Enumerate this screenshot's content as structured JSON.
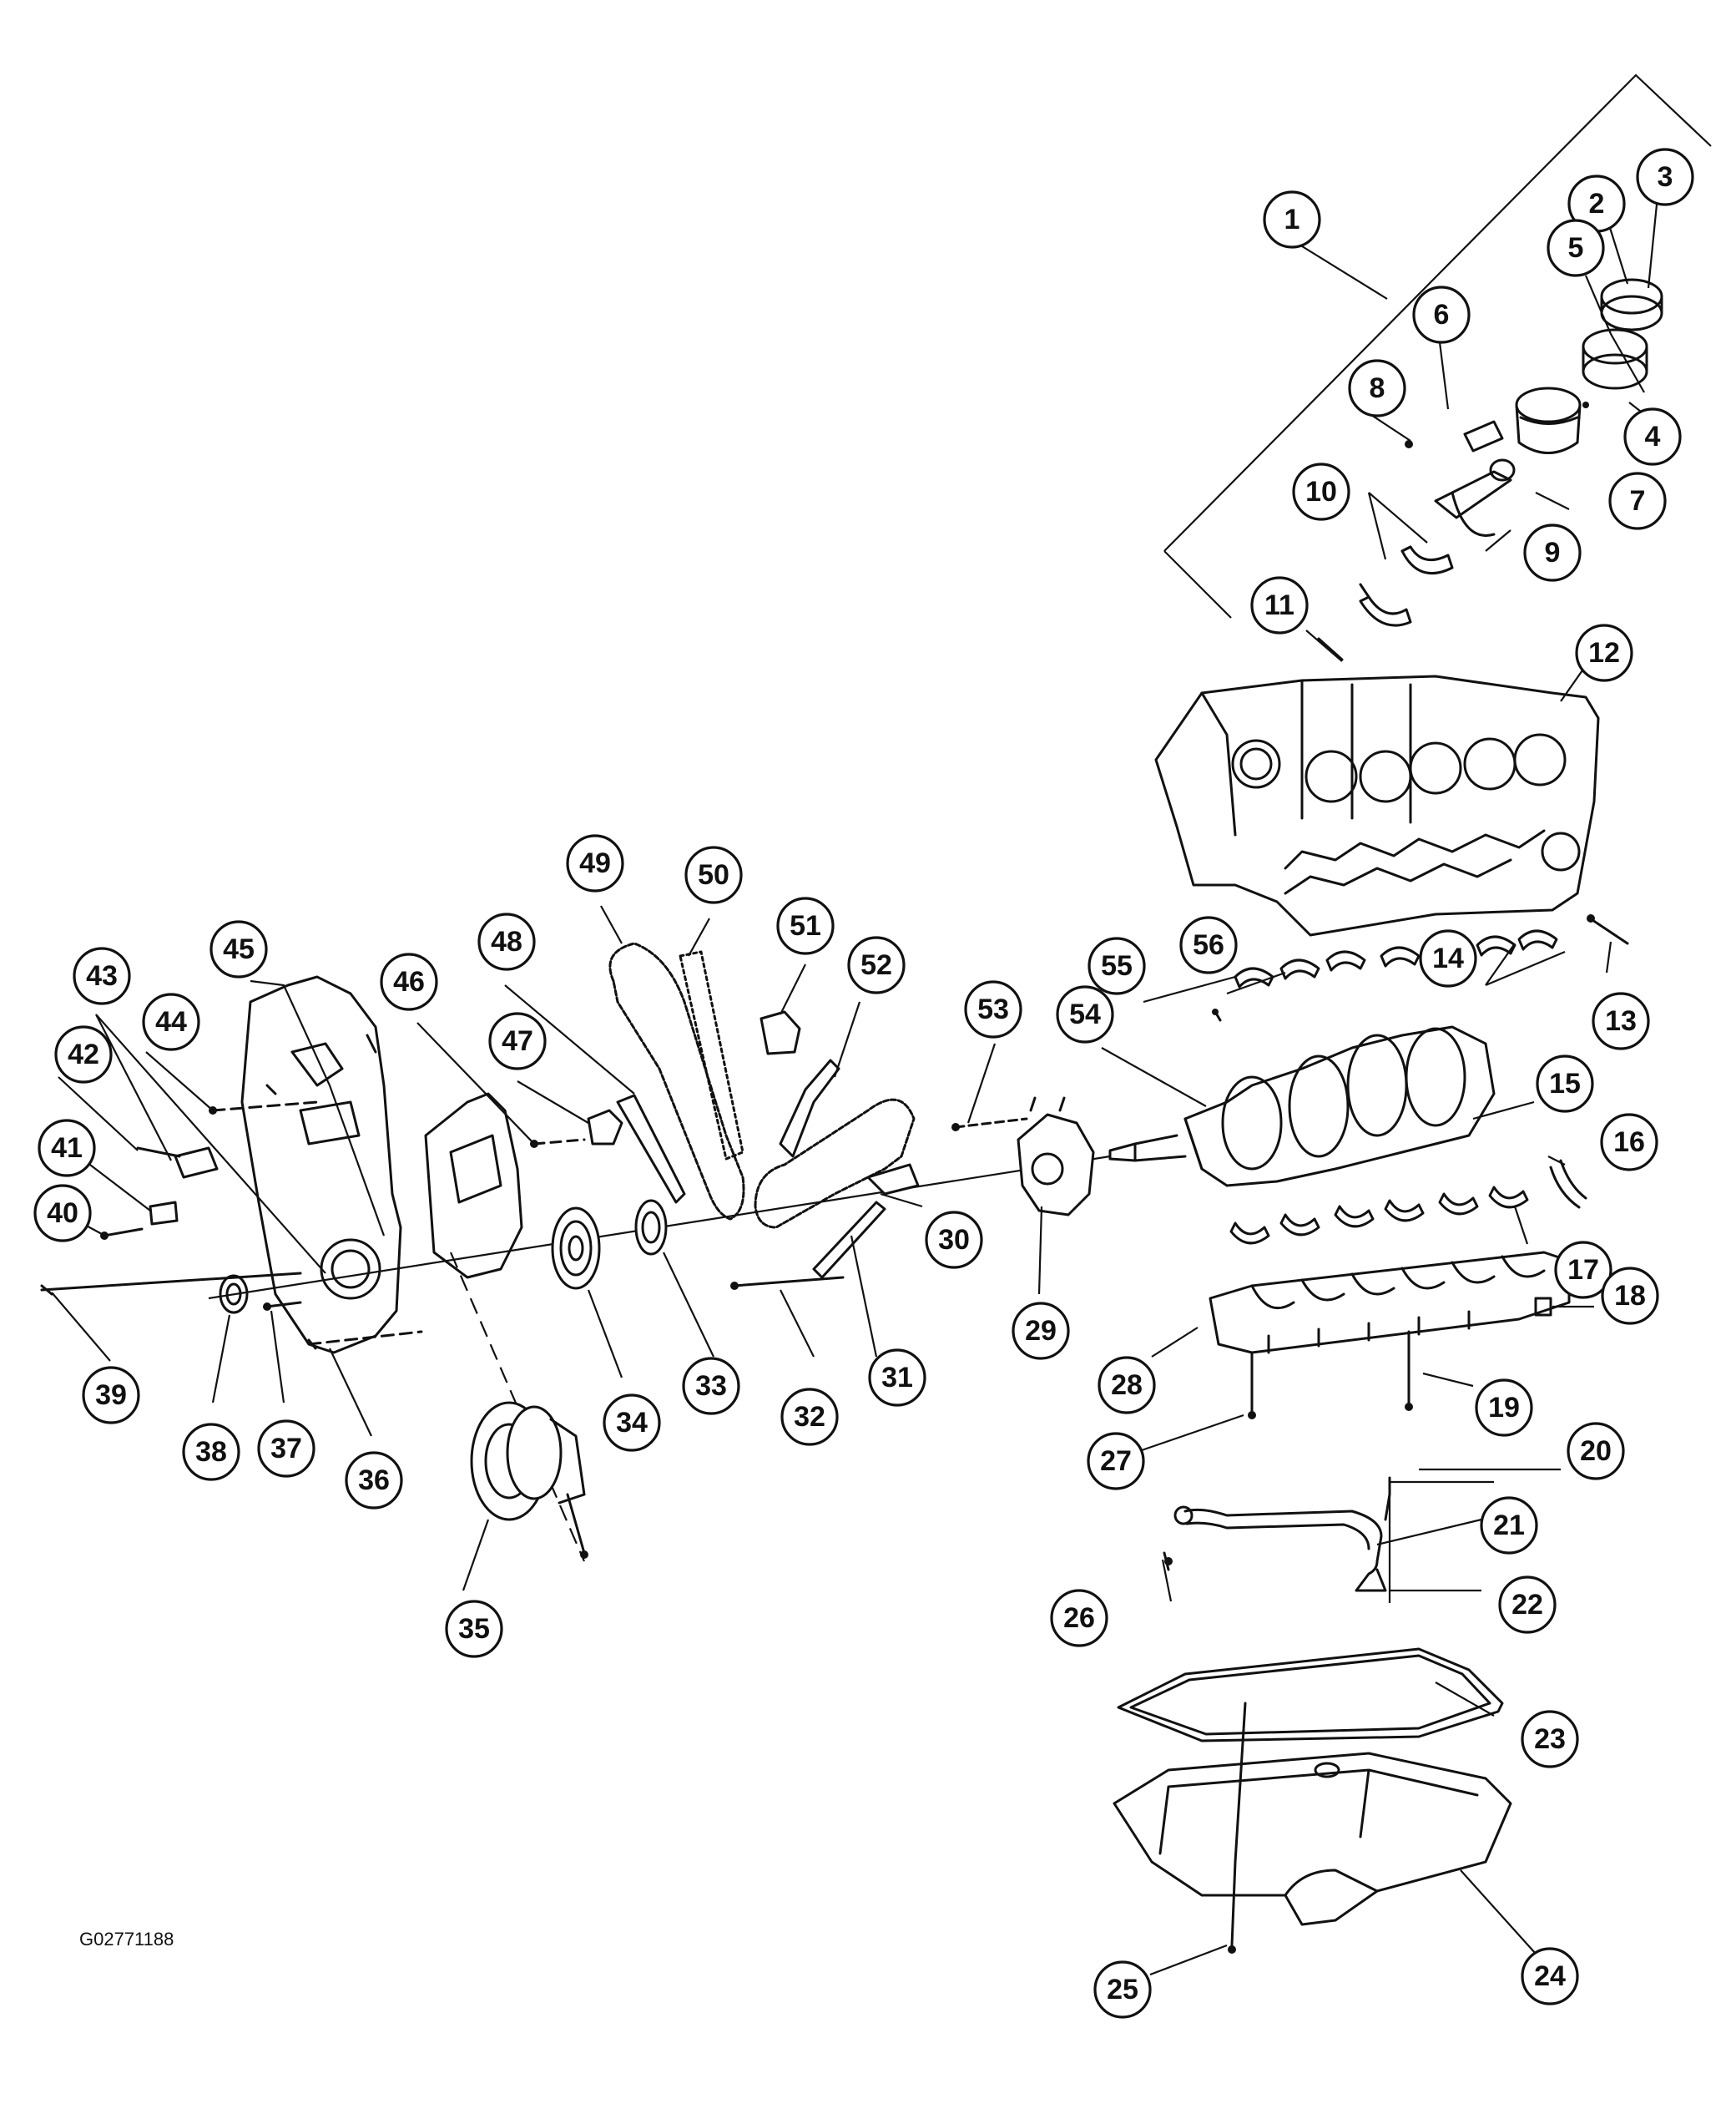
{
  "figure_code": "G02771188",
  "callouts": [
    "1",
    "2",
    "3",
    "4",
    "5",
    "6",
    "7",
    "8",
    "9",
    "10",
    "11",
    "12",
    "13",
    "14",
    "15",
    "16",
    "17",
    "18",
    "19",
    "20",
    "21",
    "22",
    "23",
    "24",
    "25",
    "26",
    "27",
    "28",
    "29",
    "30",
    "31",
    "32",
    "33",
    "34",
    "35",
    "36",
    "37",
    "38",
    "39",
    "40",
    "41",
    "42",
    "43",
    "44",
    "45",
    "46",
    "47",
    "48",
    "49",
    "50",
    "51",
    "52",
    "53",
    "54",
    "55",
    "56"
  ],
  "colors": {
    "line": "#111111",
    "background": "#ffffff"
  }
}
